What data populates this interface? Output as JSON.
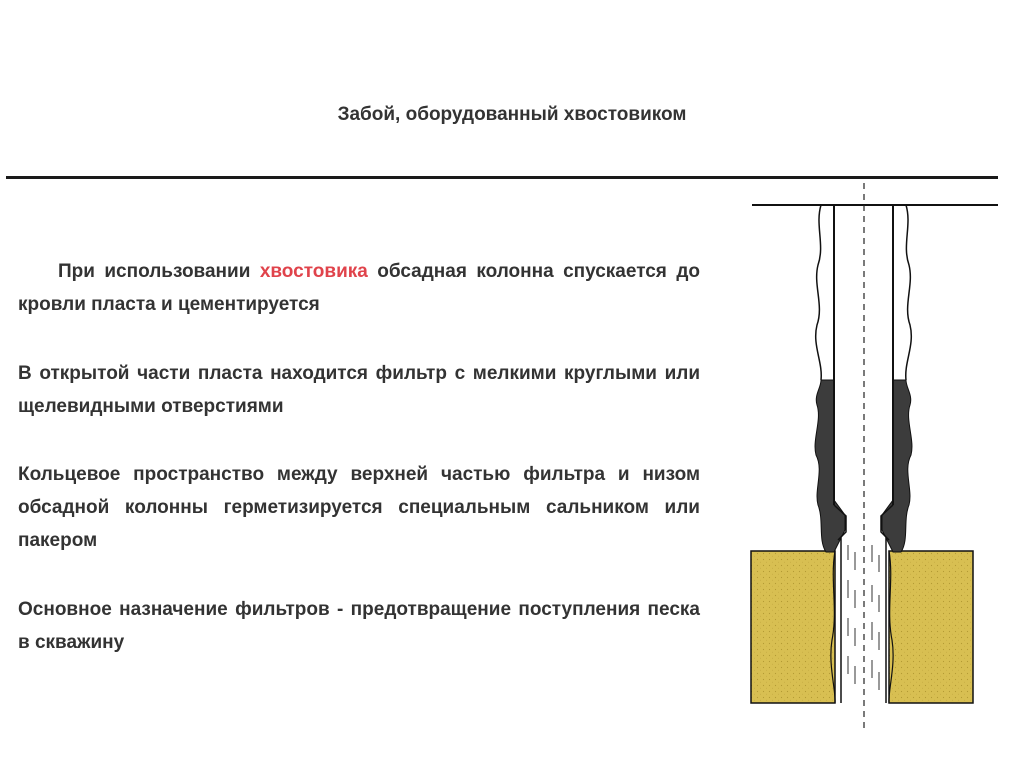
{
  "slide": {
    "title": "Забой, оборудованный хвостовиком"
  },
  "paragraphs": {
    "p1": {
      "before": "При использовании ",
      "highlight": "хвостовика",
      "after": " обсадная колонна спускается до кровли пласта и цементируется"
    },
    "p2": "В открытой части пласта находится фильтр с мелкими круглыми или щелевидными отверстиями",
    "p3": "Кольцевое пространство между верхней частью фильтра и низом обсадной колонны герметизируется специальным сальником или пакером",
    "p4": "Основное назначение фильтров - предотвращение поступления песка в скважину"
  },
  "colors": {
    "highlight": "#e0434b",
    "text": "#333333",
    "formation": "#d8bf52",
    "cement": "#3c3c3c"
  }
}
